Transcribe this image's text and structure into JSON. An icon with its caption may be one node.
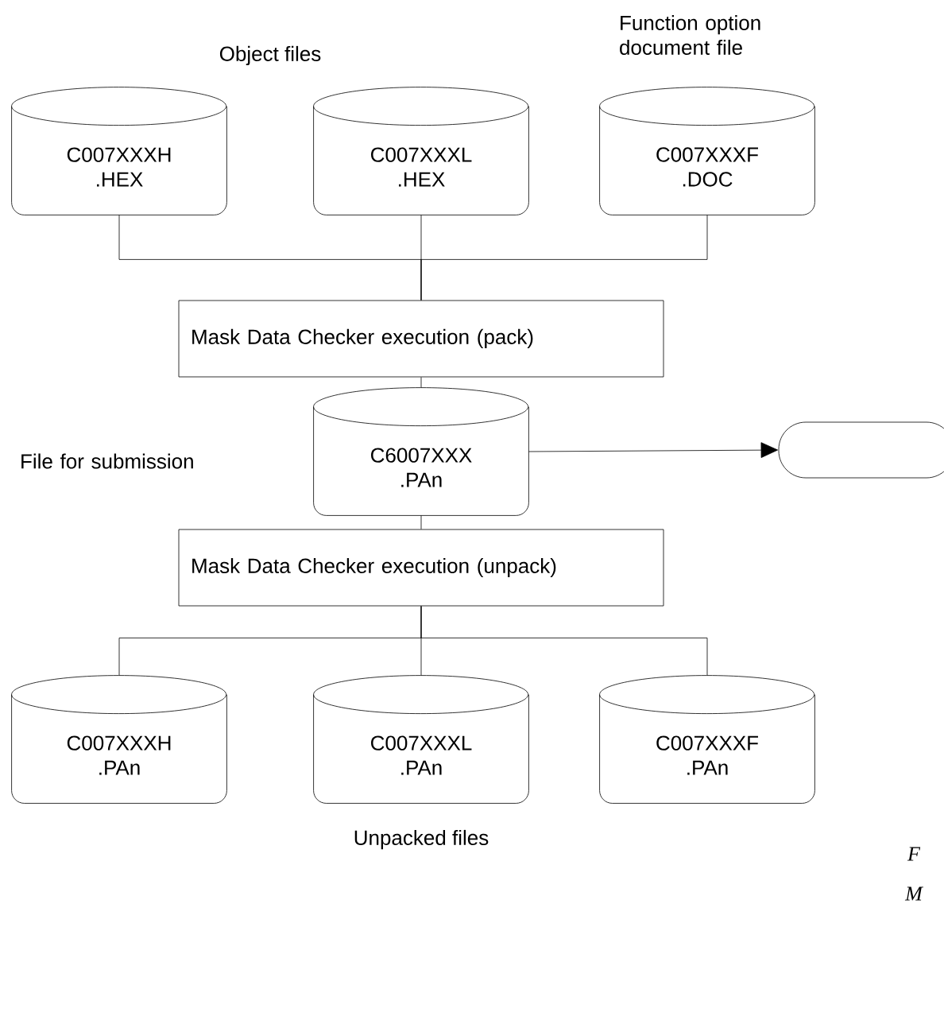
{
  "diagram": {
    "nodes": [
      {
        "text": [
          "C007XXXH .HEX"
        ]
      },
      {
        "text": [
          "C007XXXL .HEX"
        ]
      },
      {
        "text": [
          "C007XXXF .DOC"
        ]
      },
      {
        "text": [
          "Mask Data Checker execution (pack)"
        ]
      },
      {
        "text": [
          "C6007XXX .PAn"
        ]
      },
      {
        "text": [],
        "shape": "box"
      },
      {
        "text": [
          "Mask Data Checker execution (unpack)"
        ]
      },
      {
        "text": [
          "C007XXXH .PAn"
        ]
      },
      {
        "text": [
          "C007XXXL .PAn"
        ]
      },
      {
        "text": [
          "C007XXXF .PAn"
        ]
      }
    ],
    "edges": [
      {
        "from": 0,
        "to": 3,
        "arrow": "none"
      },
      {
        "from": 1,
        "to": 3,
        "arrow": "none"
      },
      {
        "from": 2,
        "to": 3,
        "arrow": "none"
      },
      {
        "from": 3,
        "to": 4,
        "arrow": "none"
      },
      {
        "from": 4,
        "to": 5,
        "arrow": "to"
      },
      {
        "from": 4,
        "to": 6,
        "arrow": "none"
      },
      {
        "from": 6,
        "to": 7,
        "arrow": "none"
      },
      {
        "from": 6,
        "to": 8,
        "arrow": "none"
      },
      {
        "from": 6,
        "to": 9,
        "arrow": "none"
      }
    ],
    "labels": [
      "Function option document file",
      "Object files",
      "File for submission",
      "Unpacked files",
      "F",
      "M"
    ]
  }
}
